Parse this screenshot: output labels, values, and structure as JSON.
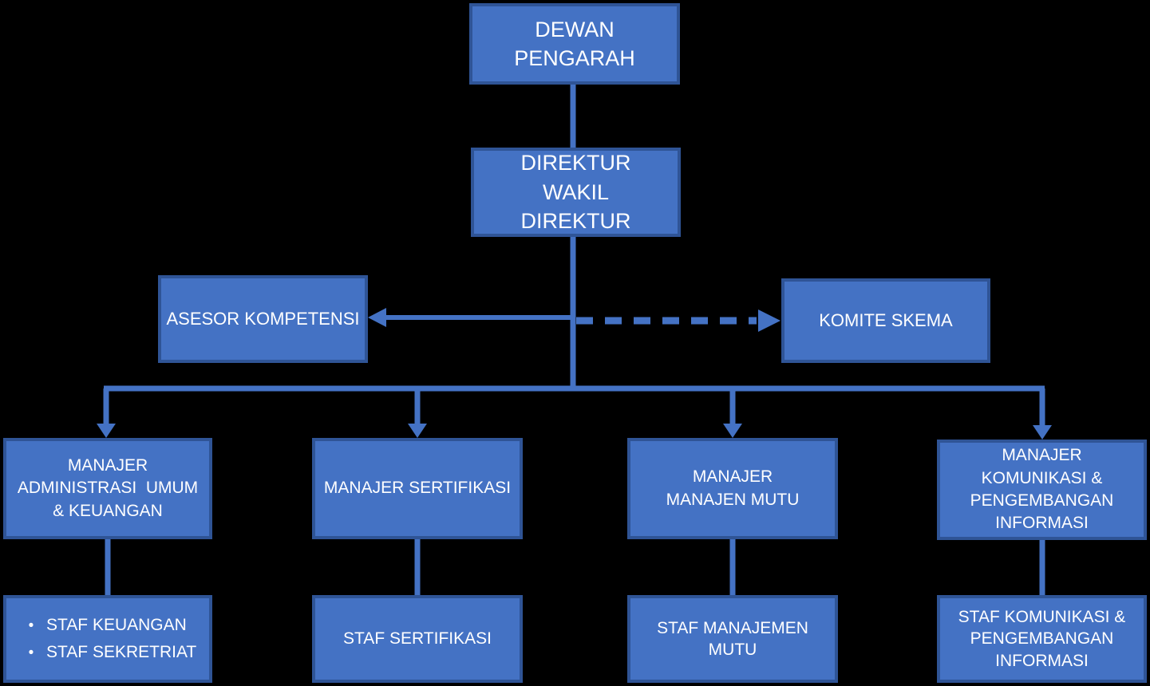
{
  "org_chart": {
    "type": "org-chart",
    "bullet_glyph": "•",
    "colors": {
      "background": "#000000",
      "box_fill": "#4472C4",
      "box_border": "#2F5496",
      "connector": "#4472C4",
      "text": "#FFFFFF"
    },
    "nodes": {
      "dewan": {
        "lines": [
          "DEWAN",
          "PENGARAH"
        ]
      },
      "direktur": {
        "lines": [
          "DIREKTUR",
          "WAKIL",
          "DIREKTUR"
        ]
      },
      "asesor": {
        "lines": [
          "ASESOR KOMPETENSI"
        ]
      },
      "komite": {
        "lines": [
          "KOMITE SKEMA"
        ]
      },
      "manajer_admin": {
        "lines": [
          "MANAJER",
          "ADMINISTRASI  UMUM",
          "& KEUANGAN"
        ]
      },
      "manajer_sertifikasi": {
        "lines": [
          "MANAJER SERTIFIKASI"
        ]
      },
      "manajer_mutu": {
        "lines": [
          "MANAJER",
          "MANAJEN MUTU"
        ]
      },
      "manajer_komunikasi": {
        "lines": [
          "MANAJER",
          "KOMUNIKASI &",
          "PENGEMBANGAN",
          "INFORMASI"
        ]
      },
      "staf_keuangan": {
        "bullet_items": [
          "STAF KEUANGAN",
          "STAF SEKRETRIAT"
        ]
      },
      "staf_sertifikasi": {
        "lines": [
          "STAF SERTIFIKASI"
        ]
      },
      "staf_mutu": {
        "lines": [
          "STAF MANAJEMEN",
          "MUTU"
        ]
      },
      "staf_komunikasi": {
        "lines": [
          "STAF KOMUNIKASI &",
          "PENGEMBANGAN",
          "INFORMASI"
        ]
      }
    },
    "edges": [
      {
        "from": "dewan",
        "to": "direktur",
        "style": "solid-line"
      },
      {
        "from": "direktur",
        "to": "asesor",
        "style": "solid-arrow"
      },
      {
        "from": "direktur",
        "to": "komite",
        "style": "dashed-arrow"
      },
      {
        "from": "direktur",
        "to": "manajer_admin",
        "style": "solid-arrow"
      },
      {
        "from": "direktur",
        "to": "manajer_sertifikasi",
        "style": "solid-arrow"
      },
      {
        "from": "direktur",
        "to": "manajer_mutu",
        "style": "solid-arrow"
      },
      {
        "from": "direktur",
        "to": "manajer_komunikasi",
        "style": "solid-arrow"
      },
      {
        "from": "manajer_admin",
        "to": "staf_keuangan",
        "style": "solid-line"
      },
      {
        "from": "manajer_sertifikasi",
        "to": "staf_sertifikasi",
        "style": "solid-line"
      },
      {
        "from": "manajer_mutu",
        "to": "staf_mutu",
        "style": "solid-line"
      },
      {
        "from": "manajer_komunikasi",
        "to": "staf_komunikasi",
        "style": "solid-line"
      }
    ]
  }
}
